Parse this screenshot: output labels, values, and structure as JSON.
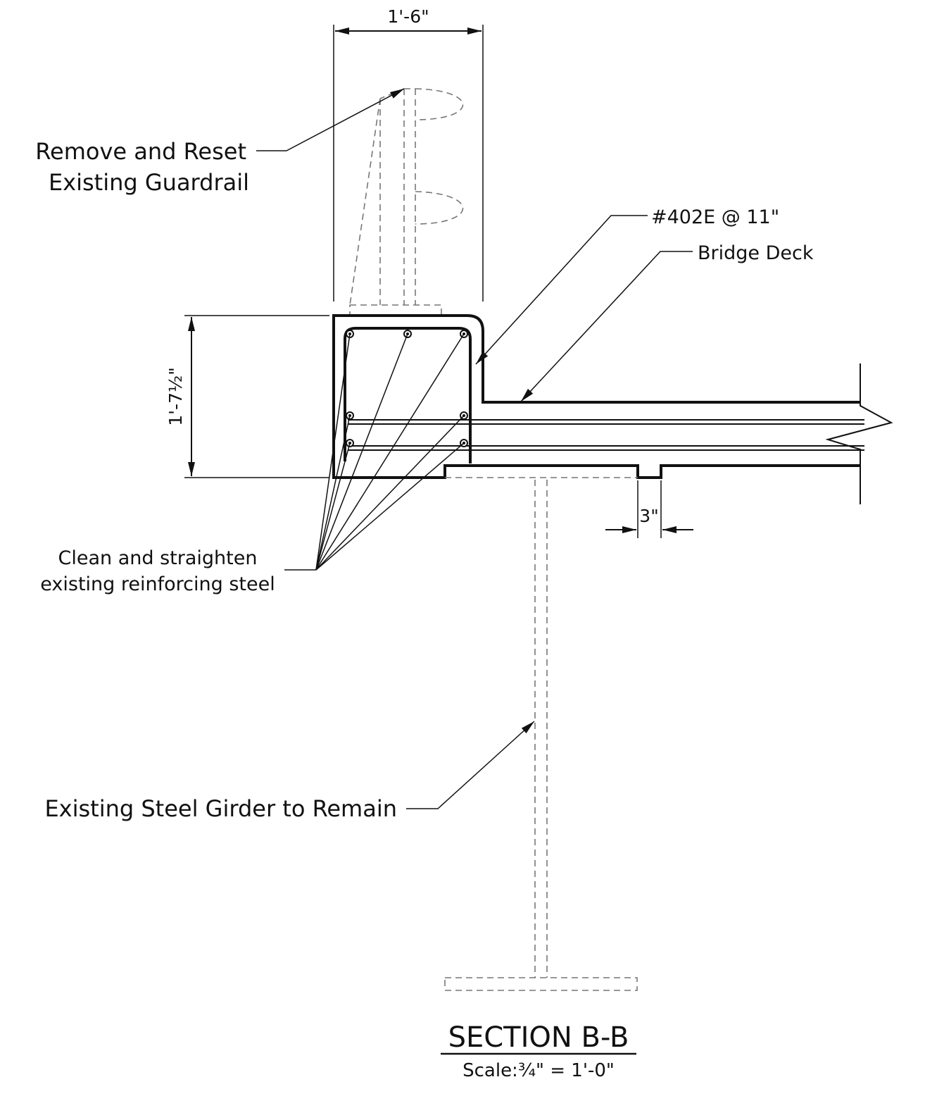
{
  "drawing": {
    "dimensions": {
      "rail_width": "1'-6\"",
      "rail_height": "1'-7½\"",
      "groove_width": "3\""
    },
    "callouts": {
      "guardrail_line1": "Remove and Reset",
      "guardrail_line2": "Existing Guardrail",
      "rebar_mark": "#402E @ 11\"",
      "bridge_deck": "Bridge Deck",
      "steel_line1": "Clean and straighten",
      "steel_line2": "existing reinforcing steel",
      "girder": "Existing Steel Girder to Remain"
    },
    "section_title": "SECTION B-B",
    "scale": "Scale:¾\" = 1'-0\""
  }
}
